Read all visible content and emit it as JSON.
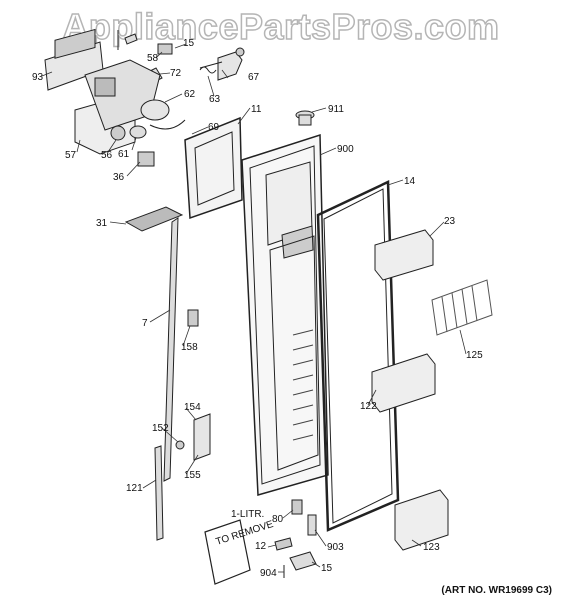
{
  "watermark": "AppliancePartsPros.com",
  "art_number": "(ART NO. WR19699 C3)",
  "callouts": [
    "93",
    "15",
    "58",
    "72",
    "67",
    "62",
    "63",
    "57",
    "56",
    "61",
    "69",
    "11",
    "911",
    "900",
    "36",
    "14",
    "31",
    "23",
    "7",
    "125",
    "158",
    "122",
    "154",
    "152",
    "155",
    "121",
    "1-LITR.",
    "80",
    "12",
    "903",
    "123",
    "904",
    "15"
  ],
  "manual_text": "TO REMOVE"
}
